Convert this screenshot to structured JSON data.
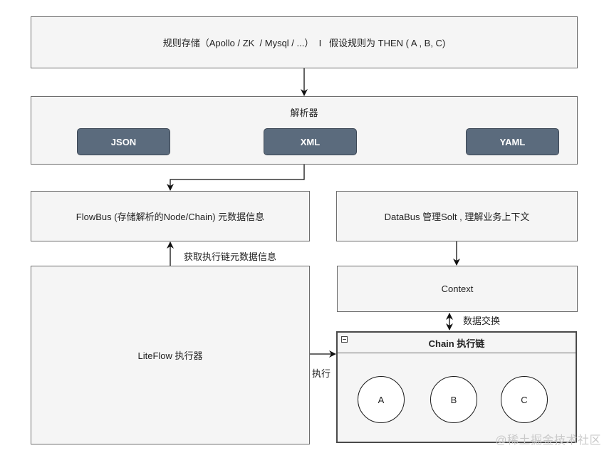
{
  "storage": {
    "label": "规则存储（Apollo / ZK  / Mysql / ...）  I   假设规则为 THEN ( A , B, C)"
  },
  "parser": {
    "title": "解析器",
    "formats": [
      "JSON",
      "XML",
      "YAML"
    ]
  },
  "flowbus": {
    "label": "FlowBus (存储解析的Node/Chain) 元数据信息"
  },
  "databus": {
    "label": "DataBus 管理Solt , 理解业务上下文"
  },
  "context": {
    "label": "Context"
  },
  "executor": {
    "label": "LiteFlow 执行器"
  },
  "chain": {
    "title": "Chain 执行链",
    "nodes": [
      "A",
      "B",
      "C"
    ]
  },
  "edges": {
    "get_metadata": "获取执行链元数据信息",
    "data_exchange": "数据交换",
    "execute": "执行"
  },
  "watermark": "@稀土掘金技术社区"
}
